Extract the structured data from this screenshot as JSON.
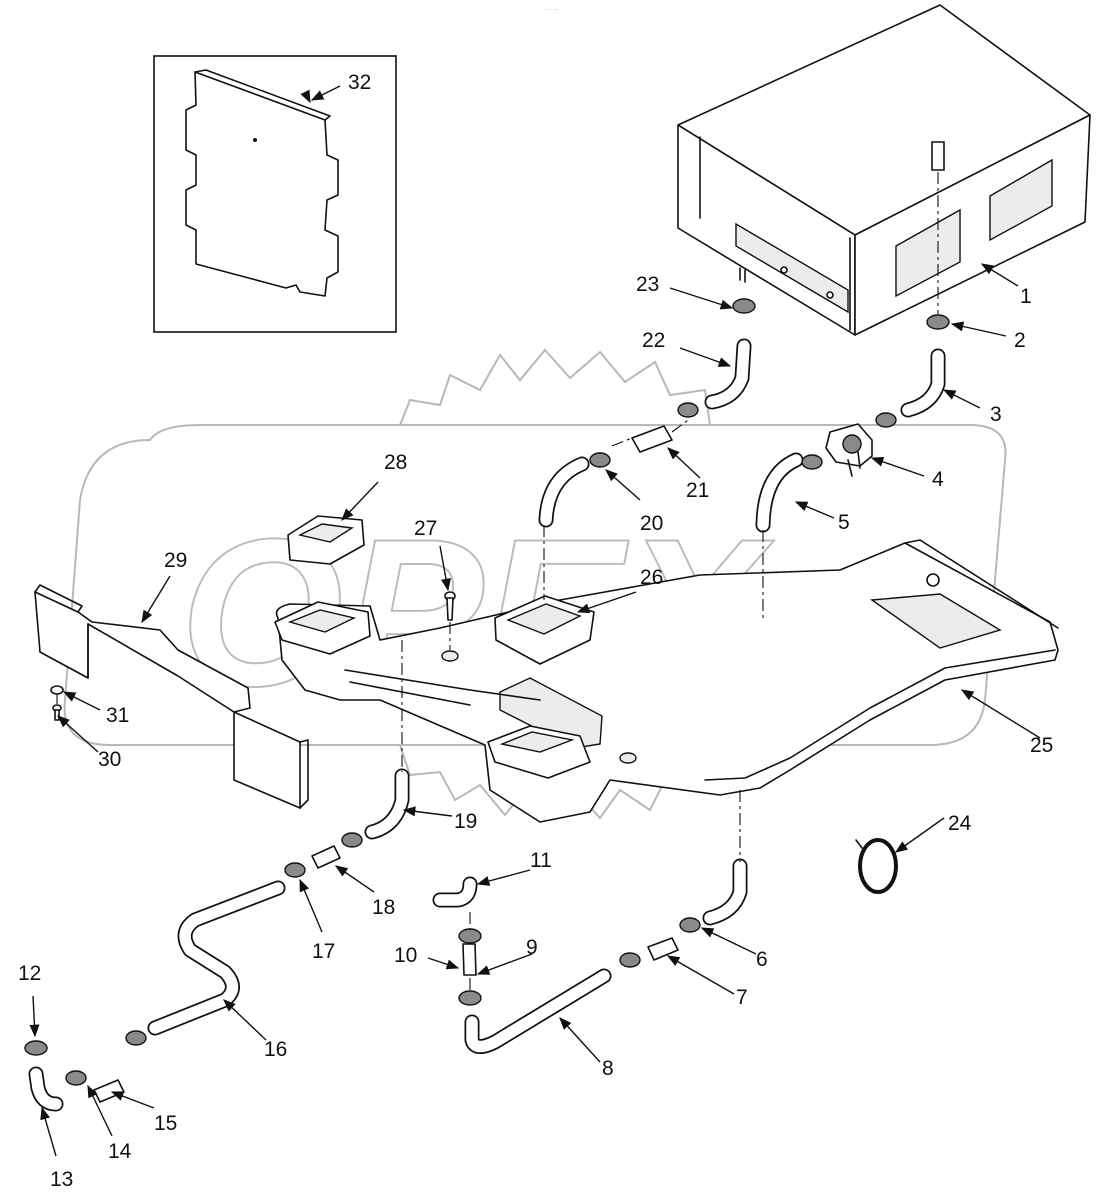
{
  "header_text": "- ·· ···",
  "watermark_text": "OPEX",
  "callouts": {
    "c1": "1",
    "c2": "2",
    "c3": "3",
    "c4": "4",
    "c5": "5",
    "c6": "6",
    "c7": "7",
    "c8": "8",
    "c9": "9",
    "c10": "10",
    "c11": "11",
    "c12": "12",
    "c13": "13",
    "c14": "14",
    "c15": "15",
    "c16": "16",
    "c17": "17",
    "c18": "18",
    "c19": "19",
    "c20": "20",
    "c21": "21",
    "c22": "22",
    "c23": "23",
    "c24": "24",
    "c25": "25",
    "c26": "26",
    "c27": "27",
    "c28": "28",
    "c29": "29",
    "c30": "30",
    "c31": "31",
    "c32": "32"
  }
}
